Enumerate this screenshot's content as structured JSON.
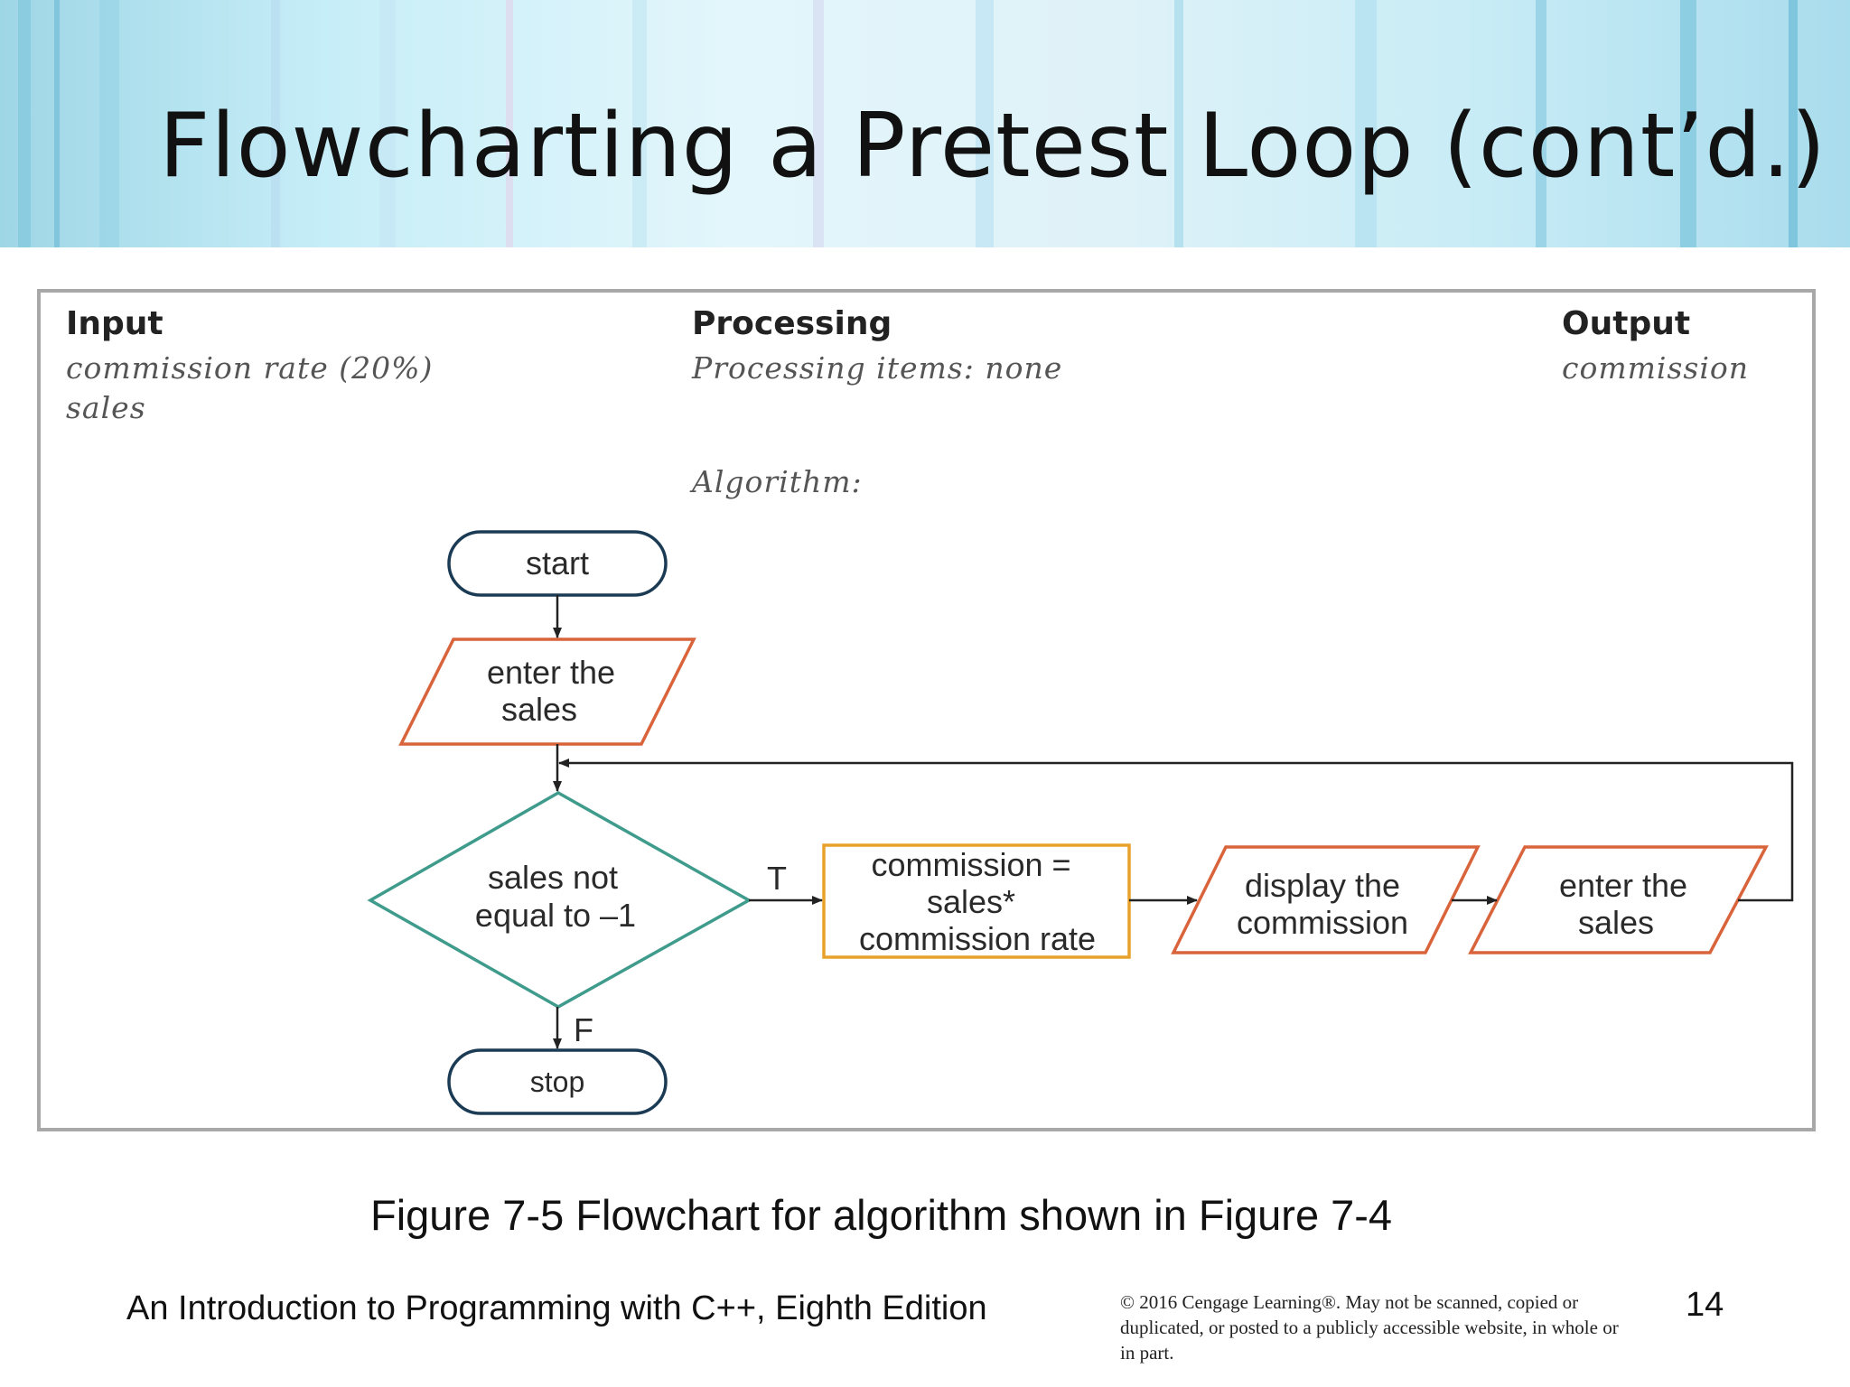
{
  "slide": {
    "title": "Flowcharting a Pretest Loop (cont’d.)",
    "caption": "Figure 7-5 Flowchart for algorithm shown in Figure 7-4",
    "book_title": "An Introduction to Programming with C++, Eighth Edition",
    "copyright": "© 2016 Cengage Learning®. May not be scanned, copied or duplicated, or posted to a publicly accessible website, in whole or in part.",
    "page_number": "14"
  },
  "ipo": {
    "input_heading": "Input",
    "input_items": [
      "commission rate (20%)",
      "sales"
    ],
    "processing_heading": "Processing",
    "processing_items": "Processing items:  none",
    "algorithm_label": "Algorithm:",
    "output_heading": "Output",
    "output_items": [
      "commission"
    ]
  },
  "flowchart": {
    "start_label": "start",
    "input1_lines": [
      "enter the",
      "sales"
    ],
    "decision_lines": [
      "sales not",
      "equal to –1"
    ],
    "true_label": "T",
    "false_label": "F",
    "process_lines": [
      "commission =",
      "sales*",
      "commission rate"
    ],
    "output_lines": [
      "display the",
      "commission"
    ],
    "input2_lines": [
      "enter the",
      "sales"
    ],
    "stop_label": "stop"
  },
  "colors": {
    "terminal_stroke": "#1b3b55",
    "io_stroke": "#d9643c",
    "decision_stroke": "#3f9b8c",
    "process_stroke": "#e8a22c",
    "arrow": "#222222"
  }
}
